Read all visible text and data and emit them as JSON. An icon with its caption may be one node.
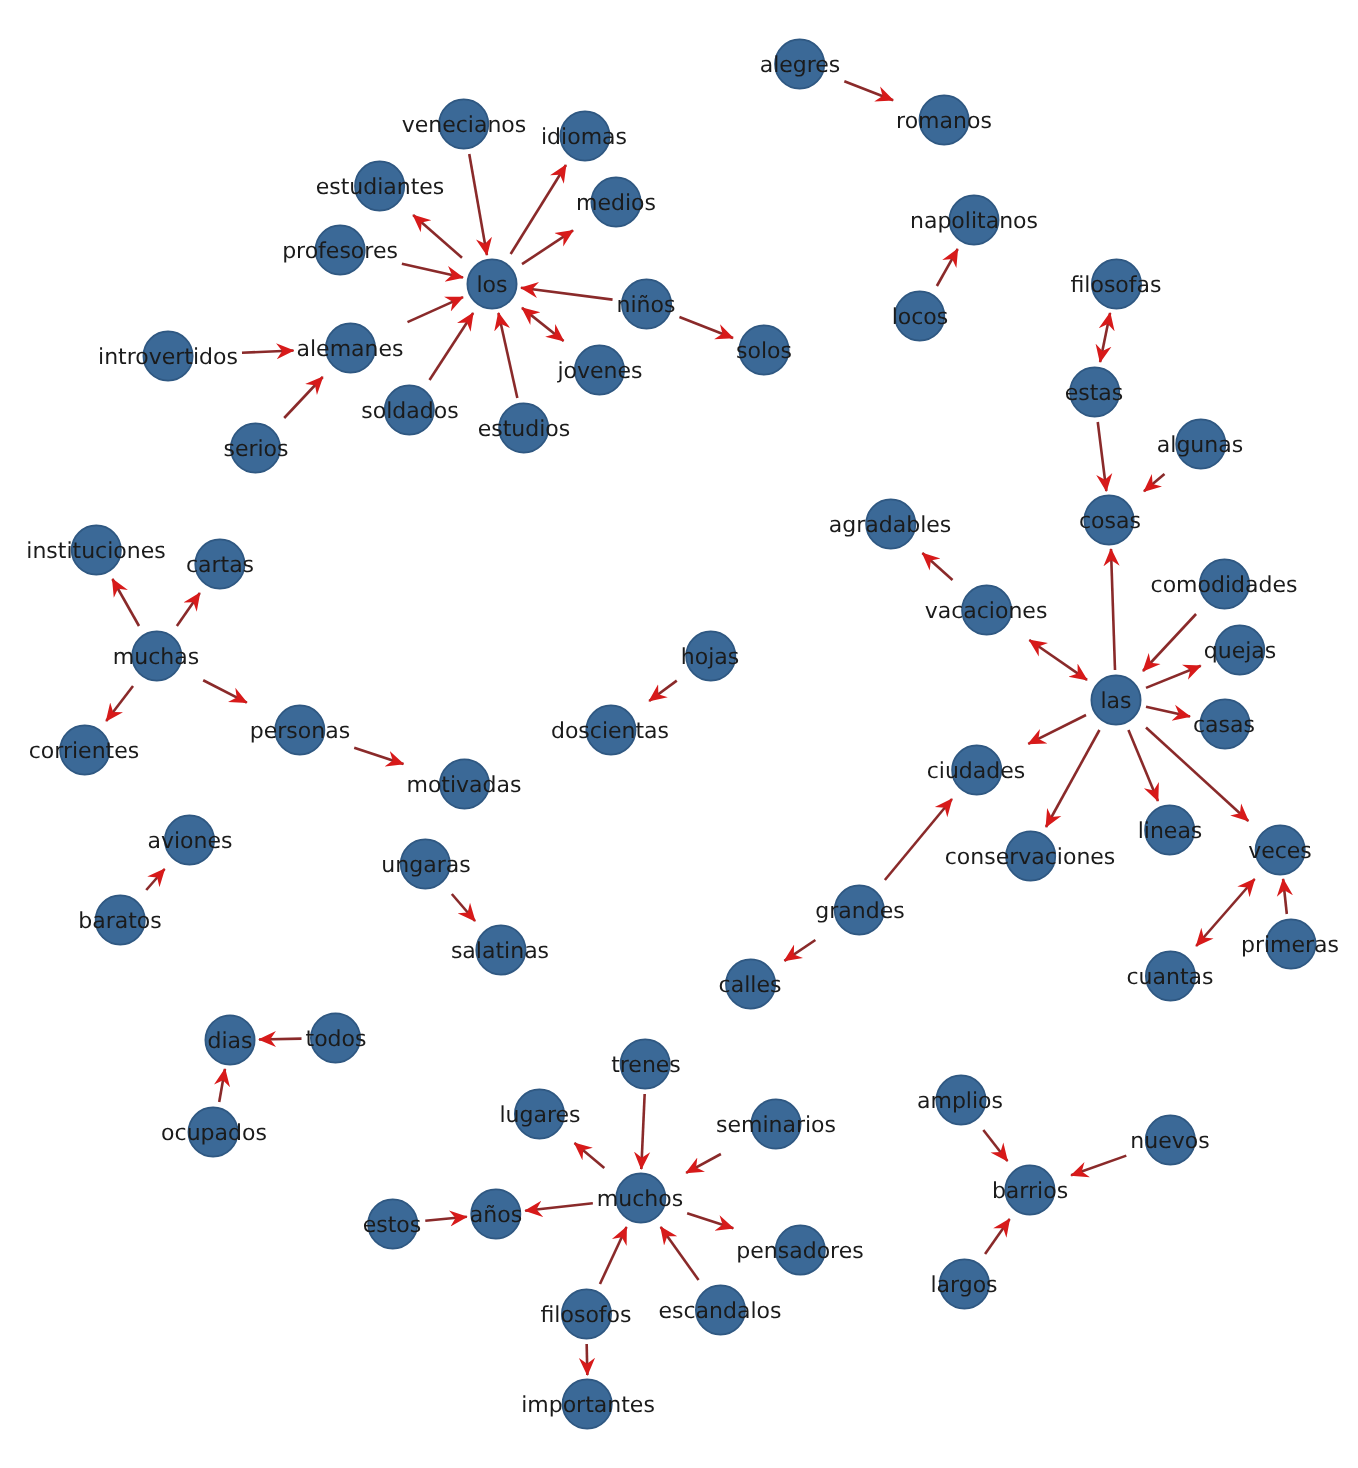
{
  "diagram": {
    "nodes": [
      {
        "text": [
          "venecianos"
        ]
      },
      {
        "text": [
          "idiomas"
        ]
      },
      {
        "text": [
          "estudiantes"
        ]
      },
      {
        "text": [
          "medios"
        ]
      },
      {
        "text": [
          "profesores"
        ]
      },
      {
        "text": [
          "los"
        ]
      },
      {
        "text": [
          "niños"
        ]
      },
      {
        "text": [
          "solos"
        ]
      },
      {
        "text": [
          "introvertidos"
        ]
      },
      {
        "text": [
          "alemanes"
        ]
      },
      {
        "text": [
          "jovenes"
        ]
      },
      {
        "text": [
          "soldados"
        ]
      },
      {
        "text": [
          "estudios"
        ]
      },
      {
        "text": [
          "serios"
        ]
      },
      {
        "text": [
          "alegres"
        ]
      },
      {
        "text": [
          "romanos"
        ]
      },
      {
        "text": [
          "napolitanos"
        ]
      },
      {
        "text": [
          "locos"
        ]
      },
      {
        "text": [
          "filosofas"
        ]
      },
      {
        "text": [
          "estas"
        ]
      },
      {
        "text": [
          "algunas"
        ]
      },
      {
        "text": [
          "cosas"
        ]
      },
      {
        "text": [
          "agradables"
        ]
      },
      {
        "text": [
          "vacaciones"
        ]
      },
      {
        "text": [
          "comodidades"
        ]
      },
      {
        "text": [
          "quejas"
        ]
      },
      {
        "text": [
          "las"
        ]
      },
      {
        "text": [
          "casas"
        ]
      },
      {
        "text": [
          "ciudades"
        ]
      },
      {
        "text": [
          "conservaciones"
        ]
      },
      {
        "text": [
          "lineas"
        ]
      },
      {
        "text": [
          "veces"
        ]
      },
      {
        "text": [
          "grandes"
        ]
      },
      {
        "text": [
          "calles"
        ]
      },
      {
        "text": [
          "primeras"
        ]
      },
      {
        "text": [
          "cuantas"
        ]
      },
      {
        "text": [
          "instituciones"
        ]
      },
      {
        "text": [
          "cartas"
        ]
      },
      {
        "text": [
          "muchas"
        ]
      },
      {
        "text": [
          "corrientes"
        ]
      },
      {
        "text": [
          "personas"
        ]
      },
      {
        "text": [
          "motivadas"
        ]
      },
      {
        "text": [
          "hojas"
        ]
      },
      {
        "text": [
          "doscientas"
        ]
      },
      {
        "text": [
          "aviones"
        ]
      },
      {
        "text": [
          "baratos"
        ]
      },
      {
        "text": [
          "ungaras"
        ]
      },
      {
        "text": [
          "salatinas"
        ]
      },
      {
        "text": [
          "dias"
        ]
      },
      {
        "text": [
          "todos"
        ]
      },
      {
        "text": [
          "ocupados"
        ]
      },
      {
        "text": [
          "trenes"
        ]
      },
      {
        "text": [
          "lugares"
        ]
      },
      {
        "text": [
          "seminarios"
        ]
      },
      {
        "text": [
          "muchos"
        ]
      },
      {
        "text": [
          "años"
        ]
      },
      {
        "text": [
          "estos"
        ]
      },
      {
        "text": [
          "pensadores"
        ]
      },
      {
        "text": [
          "filosofos"
        ]
      },
      {
        "text": [
          "escandalos"
        ]
      },
      {
        "text": [
          "importantes"
        ]
      },
      {
        "text": [
          "amplios"
        ]
      },
      {
        "text": [
          "nuevos"
        ]
      },
      {
        "text": [
          "barrios"
        ]
      },
      {
        "text": [
          "largos"
        ]
      }
    ],
    "edges": [
      {
        "from": 0,
        "to": 5,
        "arrow": "to"
      },
      {
        "from": 5,
        "to": 1,
        "arrow": "to"
      },
      {
        "from": 5,
        "to": 2,
        "arrow": "to"
      },
      {
        "from": 5,
        "to": 3,
        "arrow": "to"
      },
      {
        "from": 4,
        "to": 5,
        "arrow": "to"
      },
      {
        "from": 6,
        "to": 5,
        "arrow": "to"
      },
      {
        "from": 6,
        "to": 7,
        "arrow": "to"
      },
      {
        "from": 9,
        "to": 5,
        "arrow": "to"
      },
      {
        "from": 8,
        "to": 9,
        "arrow": "to"
      },
      {
        "from": 13,
        "to": 9,
        "arrow": "to"
      },
      {
        "from": 5,
        "to": 10,
        "arrow": "both"
      },
      {
        "from": 11,
        "to": 5,
        "arrow": "to"
      },
      {
        "from": 12,
        "to": 5,
        "arrow": "to"
      },
      {
        "from": 14,
        "to": 15,
        "arrow": "to"
      },
      {
        "from": 17,
        "to": 16,
        "arrow": "to"
      },
      {
        "from": 19,
        "to": 18,
        "arrow": "both"
      },
      {
        "from": 19,
        "to": 21,
        "arrow": "to"
      },
      {
        "from": 20,
        "to": 21,
        "arrow": "to"
      },
      {
        "from": 26,
        "to": 21,
        "arrow": "to"
      },
      {
        "from": 23,
        "to": 22,
        "arrow": "to"
      },
      {
        "from": 23,
        "to": 26,
        "arrow": "both"
      },
      {
        "from": 24,
        "to": 26,
        "arrow": "to"
      },
      {
        "from": 26,
        "to": 25,
        "arrow": "to"
      },
      {
        "from": 26,
        "to": 27,
        "arrow": "to"
      },
      {
        "from": 26,
        "to": 28,
        "arrow": "to"
      },
      {
        "from": 26,
        "to": 29,
        "arrow": "to"
      },
      {
        "from": 26,
        "to": 30,
        "arrow": "to"
      },
      {
        "from": 26,
        "to": 31,
        "arrow": "to"
      },
      {
        "from": 32,
        "to": 28,
        "arrow": "to"
      },
      {
        "from": 32,
        "to": 33,
        "arrow": "to"
      },
      {
        "from": 35,
        "to": 31,
        "arrow": "both"
      },
      {
        "from": 34,
        "to": 31,
        "arrow": "to"
      },
      {
        "from": 38,
        "to": 36,
        "arrow": "to"
      },
      {
        "from": 38,
        "to": 37,
        "arrow": "to"
      },
      {
        "from": 38,
        "to": 39,
        "arrow": "to"
      },
      {
        "from": 38,
        "to": 40,
        "arrow": "to"
      },
      {
        "from": 40,
        "to": 41,
        "arrow": "to"
      },
      {
        "from": 42,
        "to": 43,
        "arrow": "to"
      },
      {
        "from": 45,
        "to": 44,
        "arrow": "to"
      },
      {
        "from": 46,
        "to": 47,
        "arrow": "to"
      },
      {
        "from": 49,
        "to": 48,
        "arrow": "to"
      },
      {
        "from": 50,
        "to": 48,
        "arrow": "to"
      },
      {
        "from": 51,
        "to": 54,
        "arrow": "to"
      },
      {
        "from": 54,
        "to": 52,
        "arrow": "to"
      },
      {
        "from": 53,
        "to": 54,
        "arrow": "to"
      },
      {
        "from": 54,
        "to": 55,
        "arrow": "to"
      },
      {
        "from": 56,
        "to": 55,
        "arrow": "to"
      },
      {
        "from": 54,
        "to": 57,
        "arrow": "to"
      },
      {
        "from": 58,
        "to": 54,
        "arrow": "to"
      },
      {
        "from": 59,
        "to": 54,
        "arrow": "to"
      },
      {
        "from": 58,
        "to": 60,
        "arrow": "to"
      },
      {
        "from": 61,
        "to": 63,
        "arrow": "to"
      },
      {
        "from": 62,
        "to": 63,
        "arrow": "to"
      },
      {
        "from": 64,
        "to": 63,
        "arrow": "to"
      }
    ]
  }
}
